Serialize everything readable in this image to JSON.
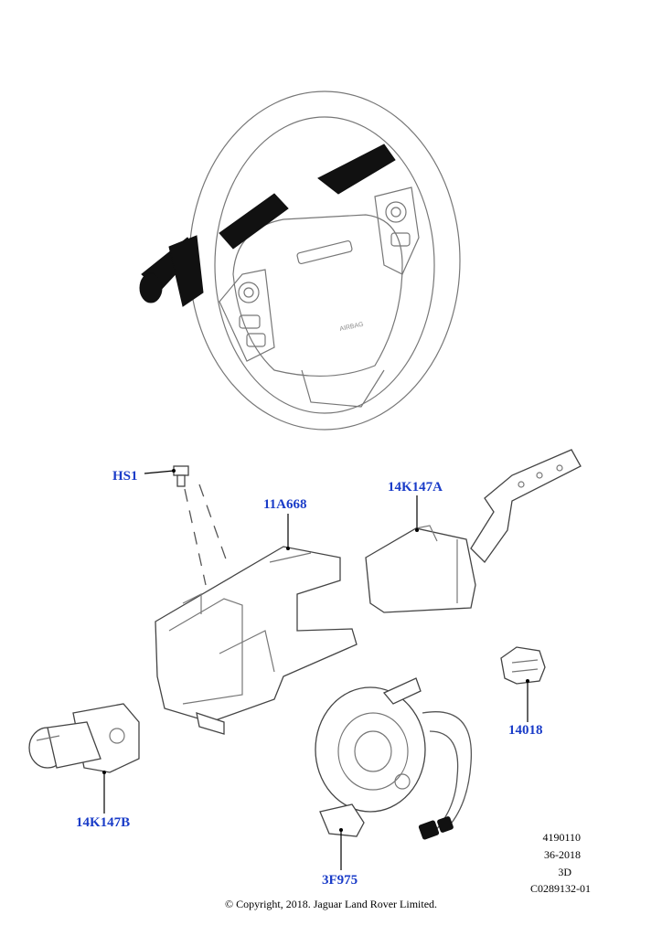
{
  "callouts": [
    {
      "id": "hs1",
      "label": "HS1"
    },
    {
      "id": "11a668",
      "label": "11A668"
    },
    {
      "id": "14k147a",
      "label": "14K147A"
    },
    {
      "id": "14018",
      "label": "14018"
    },
    {
      "id": "14k147b",
      "label": "14K147B"
    },
    {
      "id": "3f975",
      "label": "3F975"
    }
  ],
  "meta": {
    "line1": "4190110",
    "line2": "36-2018",
    "line3": "3D",
    "line4": "C0289132-01"
  },
  "copyright": "© Copyright, 2018. Jaguar Land Rover Limited.",
  "colors": {
    "callout": "#1a3cc8",
    "line": "#777777",
    "dark": "#111111"
  }
}
